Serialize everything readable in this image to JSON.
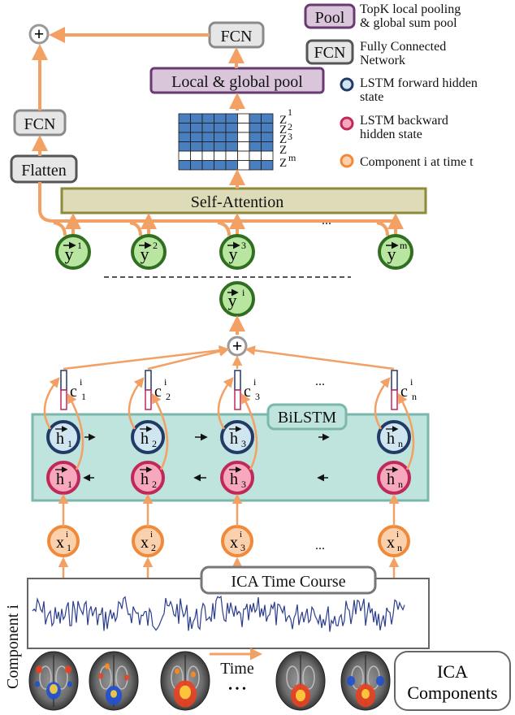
{
  "legend": {
    "pool_tag": "Pool",
    "pool_desc_1": "TopK local pooling",
    "pool_desc_2": "& global sum pool",
    "fcn_tag": "FCN",
    "fcn_desc_1": "Fully Connected",
    "fcn_desc_2": "Network",
    "lstm_fwd_1": "LSTM forward hidden",
    "lstm_fwd_2": "state",
    "lstm_bwd_1": "LSTM backward",
    "lstm_bwd_2": "hidden state",
    "component_1": "Component i at time t"
  },
  "top": {
    "fcn_top": "FCN",
    "local_global_pool": "Local & global pool",
    "fcn_left": "FCN",
    "flatten": "Flatten",
    "self_attention": "Self-Attention",
    "plus": "+",
    "z_labels": [
      "Z",
      "1",
      "Z",
      "2",
      "Z",
      "3",
      "Z",
      "Z",
      "m"
    ],
    "dots": "...",
    "y_base": "y",
    "y_sups": [
      "1",
      "2",
      "3",
      "m"
    ],
    "yi_sup": "i"
  },
  "middle": {
    "bilstm": "BiLSTM",
    "c_base": "c",
    "c_sup": "i",
    "c_subs": [
      "1",
      "2",
      "3",
      "n"
    ],
    "h_base": "h",
    "h_subs": [
      "1",
      "2",
      "3",
      "n"
    ],
    "x_base": "x",
    "x_sup": "i",
    "x_subs": [
      "1",
      "2",
      "3",
      "n"
    ],
    "dots": "..."
  },
  "bottom": {
    "ica_time_course": "ICA Time Course",
    "component_axis": "Component i",
    "time": "Time",
    "dots": "• • •",
    "ica_components_1": "ICA",
    "ica_components_2": "Components"
  },
  "colors": {
    "orange": "#f2a064",
    "green": "#2f6f1f",
    "green_fill": "#b8e6a0",
    "navy": "#223a66",
    "crimson": "#c0285a",
    "pink_fill": "#f7a8bd",
    "teal_bg": "#bfe3dd",
    "olive_bg": "#dedcb8",
    "purple_bg": "#d9c6db",
    "grid_blue": "#4a7fbf"
  }
}
